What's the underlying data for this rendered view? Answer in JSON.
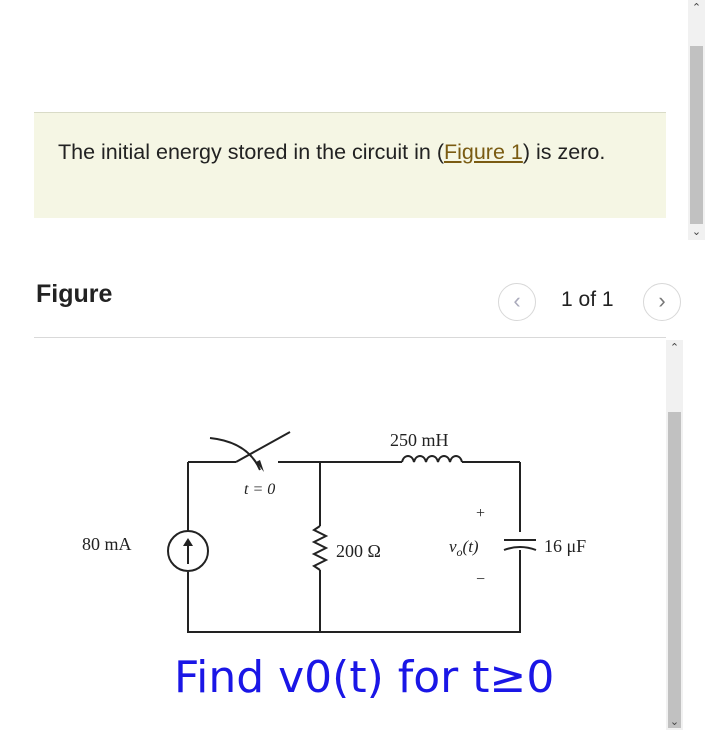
{
  "problem": {
    "text_before": "The initial energy stored in the circuit in (",
    "figure_link": "Figure 1",
    "text_after": ") is zero."
  },
  "figure": {
    "heading": "Figure",
    "pager": "1 of 1",
    "prev_icon": "chevron-left-icon",
    "next_icon": "chevron-right-icon"
  },
  "circuit": {
    "source_label": "80 mA",
    "switch_label": "t = 0",
    "resistor_label": "200 Ω",
    "inductor_label": "250 mH",
    "voltage_label": "v",
    "voltage_sub": "o",
    "voltage_arg": "(t)",
    "plus": "+",
    "minus": "−",
    "capacitor_label": "16 μF"
  },
  "question": "Find v0(t) for t≥0",
  "colors": {
    "note_bg": "#f5f6e4",
    "link": "#7a5b12",
    "question": "#1a16e6"
  }
}
